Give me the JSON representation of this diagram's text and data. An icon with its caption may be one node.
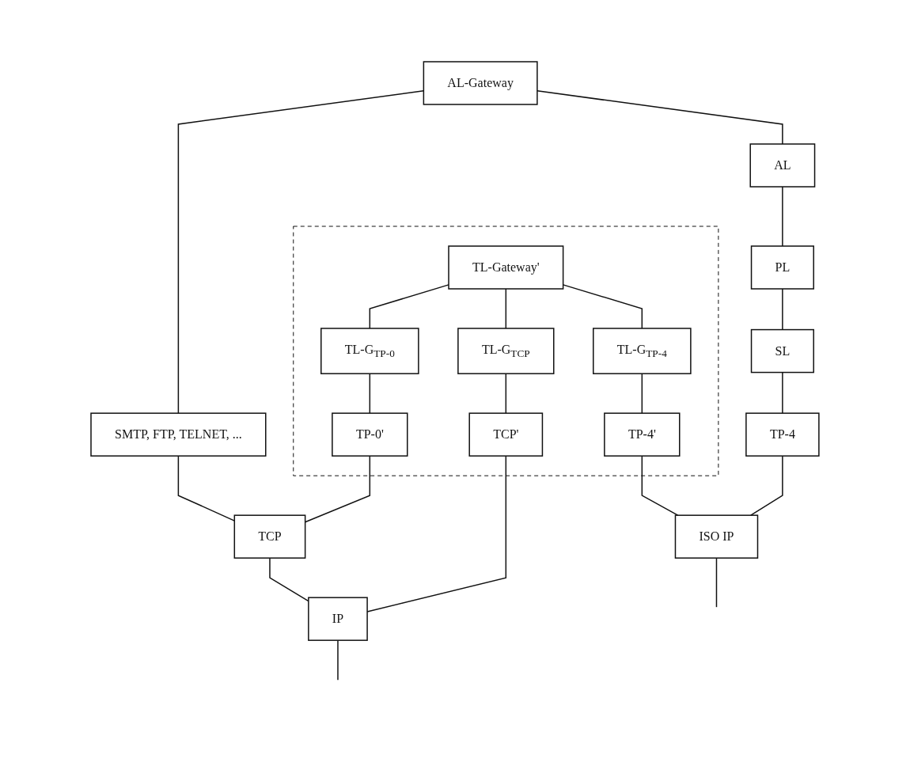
{
  "diagram": {
    "nodes": [
      {
        "text": [
          "AL-Gateway"
        ]
      },
      {
        "text": [
          "SMTP, FTP, TELNET, ..."
        ]
      },
      {
        "text": [],
        "shape": "box"
      },
      {
        "text": [
          "TL-Gateway'"
        ],
        "in": 2
      },
      {
        "text": [
          "TL-G$_{TP-0}$"
        ],
        "in": 2
      },
      {
        "text": [
          "TP-0'"
        ],
        "in": 2
      },
      {
        "text": [
          "TL-G$_{TCP}$"
        ],
        "in": 2
      },
      {
        "text": [
          "TCP'"
        ],
        "in": 2
      },
      {
        "text": [
          "TL-G$_{TP-4}$"
        ],
        "in": 2
      },
      {
        "text": [
          "TP-4'"
        ],
        "in": 2
      },
      {
        "text": [
          "AL"
        ]
      },
      {
        "text": [
          "PL"
        ]
      },
      {
        "text": [
          "SL"
        ]
      },
      {
        "text": [
          "TCP"
        ]
      },
      {
        "text": [
          "TP-4"
        ]
      },
      {
        "text": [
          "IP"
        ]
      },
      {
        "text": [
          "ISO IP"
        ]
      }
    ],
    "edges": [
      {
        "from": 0,
        "to": 1,
        "arrow": "none"
      },
      {
        "from": 0,
        "to": 10,
        "arrow": "none"
      },
      {
        "from": 3,
        "to": 4,
        "arrow": "none"
      },
      {
        "from": 3,
        "to": 6,
        "arrow": "none"
      },
      {
        "from": 3,
        "to": 8,
        "arrow": "none"
      },
      {
        "from": 4,
        "to": 5,
        "arrow": "none"
      },
      {
        "from": 6,
        "to": 7,
        "arrow": "none"
      },
      {
        "from": 8,
        "to": 9,
        "arrow": "none"
      },
      {
        "from": 10,
        "to": 11,
        "arrow": "none"
      },
      {
        "from": 11,
        "to": 12,
        "arrow": "none"
      },
      {
        "from": 1,
        "to": 13,
        "arrow": "none"
      },
      {
        "from": 5,
        "to": 13,
        "arrow": "none"
      },
      {
        "from": 12,
        "to": 14,
        "arrow": "none"
      },
      {
        "from": 13,
        "to": 15,
        "arrow": "none"
      },
      {
        "from": 7,
        "to": 15,
        "arrow": "none"
      },
      {
        "from": 9,
        "to": 16,
        "arrow": "none"
      },
      {
        "from": 14,
        "to": 16,
        "arrow": "none"
      },
      {
        "from": 15,
        "to": null,
        "arrow": "none"
      },
      {
        "from": 16,
        "to": null,
        "arrow": "none"
      }
    ]
  }
}
